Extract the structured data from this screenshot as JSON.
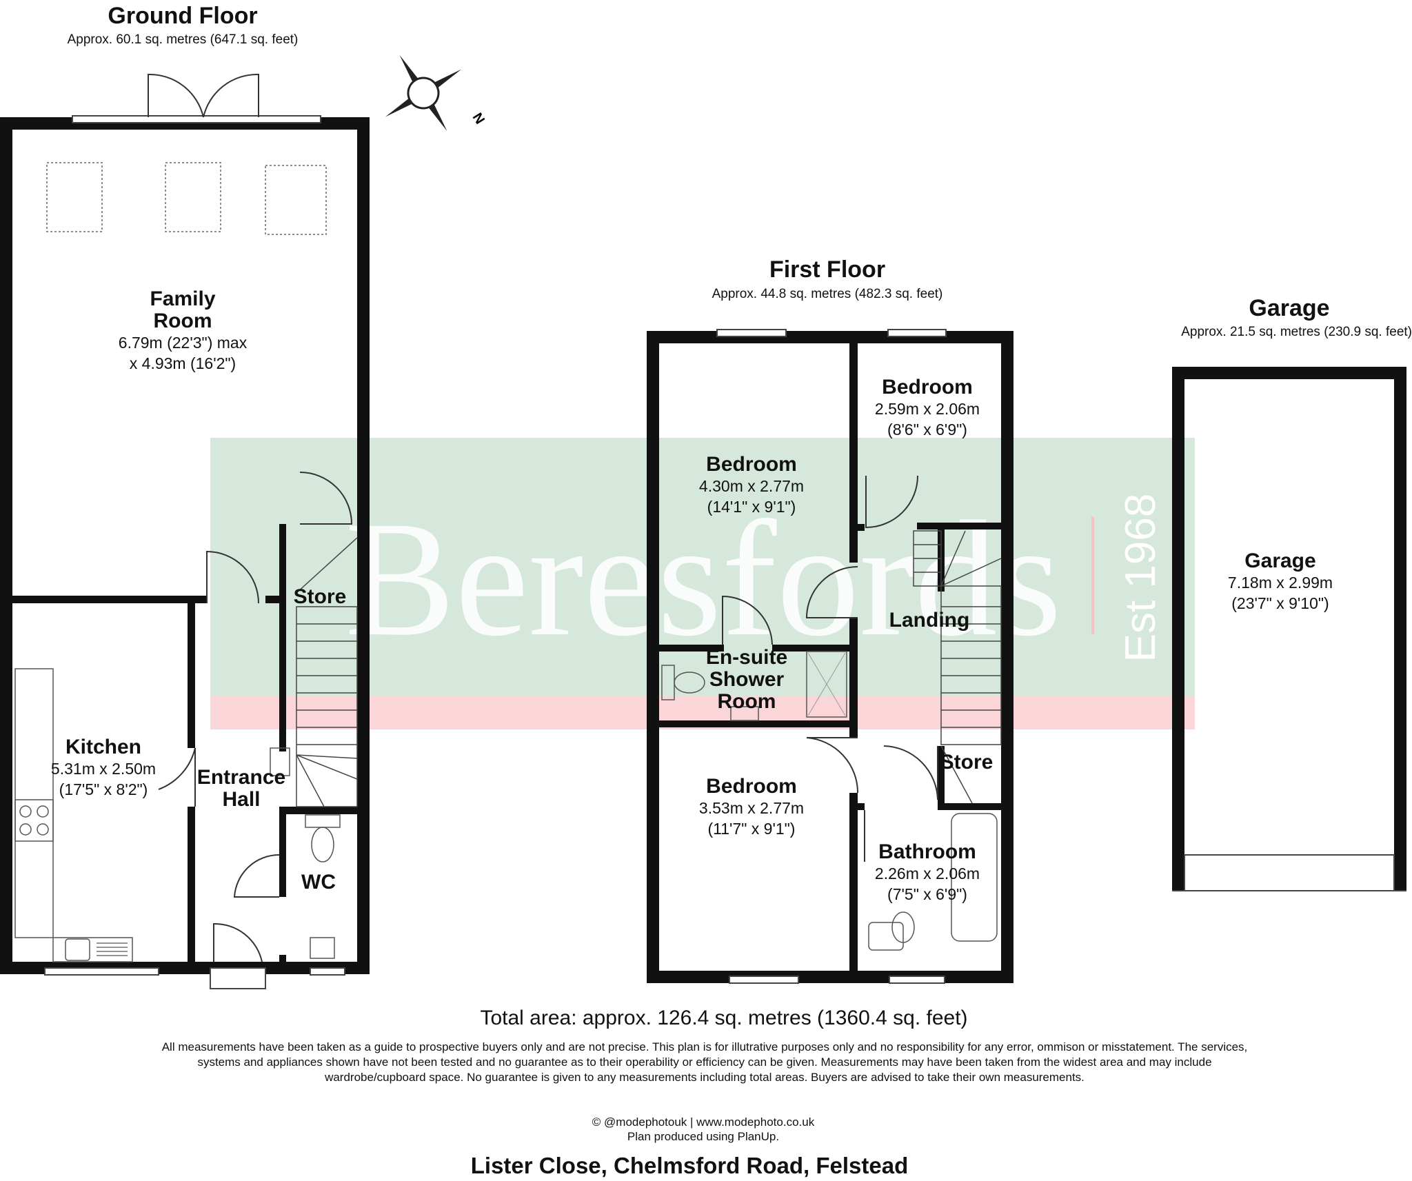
{
  "ground_floor": {
    "title": "Ground Floor",
    "area": "Approx. 60.1 sq. metres (647.1 sq. feet)",
    "rooms": {
      "family": {
        "name": "Family\nRoom",
        "dims": "6.79m (22'3\") max\nx 4.93m (16'2\")"
      },
      "kitchen": {
        "name": "Kitchen",
        "dims": "5.31m x 2.50m\n(17'5\" x 8'2\")"
      },
      "hall": {
        "name": "Entrance\nHall"
      },
      "store": {
        "name": "Store"
      },
      "wc": {
        "name": "WC"
      }
    }
  },
  "first_floor": {
    "title": "First Floor",
    "area": "Approx. 44.8 sq. metres (482.3 sq. feet)",
    "rooms": {
      "bed1": {
        "name": "Bedroom",
        "dims": "4.30m x 2.77m\n(14'1\" x 9'1\")"
      },
      "bed2": {
        "name": "Bedroom",
        "dims": "2.59m x 2.06m\n(8'6\" x 6'9\")"
      },
      "landing": {
        "name": "Landing"
      },
      "ensuite": {
        "name": "En-suite\nShower\nRoom"
      },
      "bed3": {
        "name": "Bedroom",
        "dims": "3.53m x 2.77m\n(11'7\" x 9'1\")"
      },
      "store": {
        "name": "Store"
      },
      "bath": {
        "name": "Bathroom",
        "dims": "2.26m x 2.06m\n(7'5\" x 6'9\")"
      }
    }
  },
  "garage": {
    "title": "Garage",
    "area": "Approx. 21.5 sq. metres (230.9 sq. feet)",
    "name": "Garage",
    "dims": "7.18m x 2.99m\n(23'7\" x 9'10\")"
  },
  "compass": {
    "north_label": "N"
  },
  "watermark": {
    "brand": "Beresfords",
    "est": "Est 1968"
  },
  "footer": {
    "total": "Total area: approx. 126.4 sq. metres (1360.4 sq. feet)",
    "disclaimer": "All measurements have been taken as a guide to prospective buyers only and are not precise. This plan is for illutrative purposes only and no responsibility for any error, ommison or misstatement. The services, systems and appliances shown have not been tested and no guarantee as to their operability or efficiency can be given. Measurements may have been taken from the widest area and may include wardrobe/cupboard space. No guarantee is given to any measurements including total areas. Buyers are advised to take their own measurements.",
    "credit1": "© @modephotouk | www.modephoto.co.uk",
    "credit2": "Plan produced using PlanUp.",
    "address": "Lister Close, Chelmsford Road, Felstead"
  },
  "colors": {
    "wall": "#111111",
    "watermark_green": "#c8e0d0",
    "watermark_pink": "#f8c8cc"
  }
}
